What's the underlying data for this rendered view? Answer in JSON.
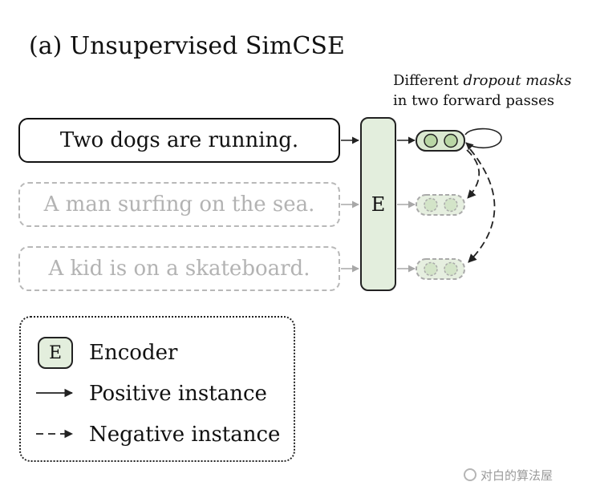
{
  "title": "(a) Unsupervised SimCSE",
  "annotation": {
    "line1_prefix": "Different ",
    "line1_emphasis": "dropout masks",
    "line2": "in two forward passes"
  },
  "sentences": {
    "positive": "Two dogs are running.",
    "negative_1": "A man surfing on the sea.",
    "negative_2": "A kid is on a skateboard."
  },
  "encoder_label": "E",
  "legend": {
    "encoder_symbol": "E",
    "encoder": "Encoder",
    "positive": "Positive instance",
    "negative": "Negative instance"
  },
  "watermark": "对白的算法屋",
  "colors": {
    "encoder_fill": "#e3eedd",
    "pill_fill": "#dbe9d1",
    "dot_fill": "#b9d6a5",
    "inactive_gray": "#b8b8b8"
  }
}
